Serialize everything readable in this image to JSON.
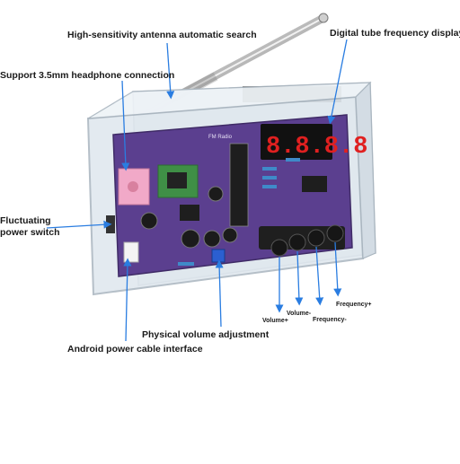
{
  "callouts": {
    "antenna": "High-sensitivity antenna automatic search",
    "display": "Digital tube frequency display",
    "headphone": "Support 3.5mm headphone connection",
    "power_switch_line1": "Fluctuating",
    "power_switch_line2": "power switch",
    "volume_adjust": "Physical volume adjustment",
    "power_cable": "Android power cable interface"
  },
  "buttons": {
    "volume_plus": "Volume+",
    "volume_minus": "Volume-",
    "frequency_minus": "Frequency-",
    "frequency_plus": "Frequency+"
  },
  "board": {
    "silkscreen_title": "FM Radio",
    "display_digits": "8.8.8.8"
  },
  "colors": {
    "arrow": "#2a7de1",
    "pcb": "#5b3f8f",
    "display_red": "#e02020",
    "acrylic": "#dfe7ee"
  }
}
